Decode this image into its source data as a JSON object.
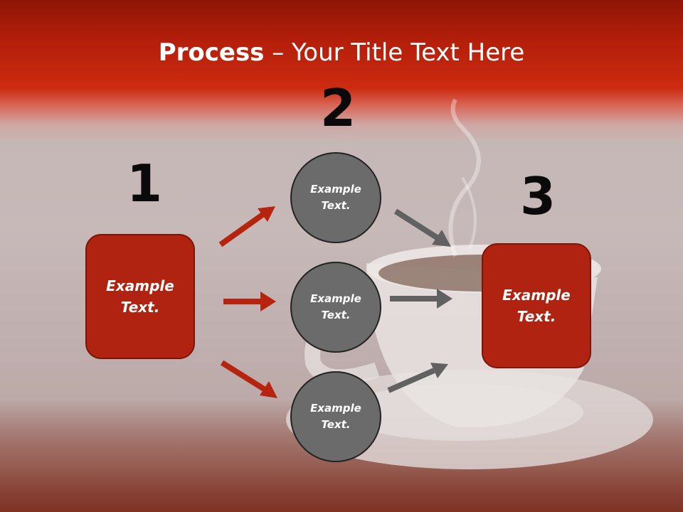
{
  "slide": {
    "title_bold": "Process",
    "title_rest": " – Your Title Text Here",
    "step_numbers": [
      "1",
      "2",
      "3"
    ],
    "box_left": "Example\nText.",
    "box_right": "Example\nText.",
    "circles": [
      "Example\nText.",
      "Example\nText.",
      "Example\nText."
    ]
  },
  "colors": {
    "banner": "#c4260d",
    "box_fill": "#b02310",
    "circle_fill": "#6b6b6b",
    "red_arrow": "#b62410",
    "gray_arrow": "#616161"
  }
}
